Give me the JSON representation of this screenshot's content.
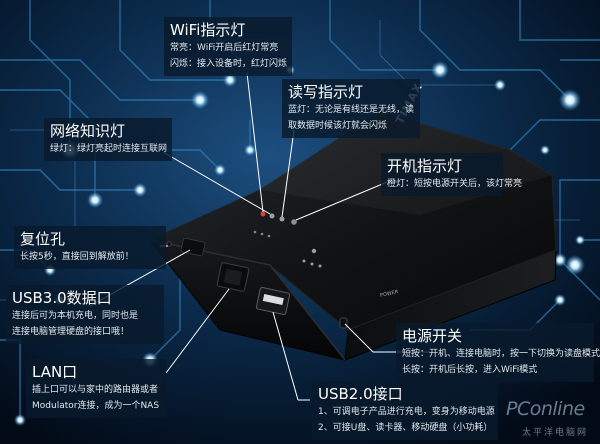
{
  "callouts": {
    "wifi": {
      "title": "WiFi指示灯",
      "lines": [
        "常亮：WiFi开启后红灯常亮",
        "闪烁：接入设备时，红灯闪烁"
      ]
    },
    "rw": {
      "title": "读写指示灯",
      "lines": [
        "蓝灯：无论是有线还是无线，读",
        "取数据时候该灯就会闪烁"
      ]
    },
    "net": {
      "title": "网络知识灯",
      "lines": [
        "绿灯：绿灯亮起时连接互联网"
      ]
    },
    "power": {
      "title": "开机指示灯",
      "lines": [
        "橙灯：短按电源开关后，该灯常亮"
      ]
    },
    "reset": {
      "title": "复位孔",
      "lines": [
        "长按5秒，直接回到解放前！"
      ]
    },
    "usb3": {
      "title": "USB3.0数据口",
      "lines": [
        "连接后可为本机充电，同时也是",
        "连接电脑管理硬盘的接口哦！"
      ]
    },
    "lan": {
      "title": "LAN口",
      "lines": [
        "插上口可以与家中的路由器或者",
        "Modulator连接，成为一个NAS"
      ]
    },
    "pwrsw": {
      "title": "电源开关",
      "lines": [
        "短按：开机、连接电脑时，按一下切换为读盘模式",
        "长按：开机后长按，进入WiFi模式"
      ]
    },
    "usb2": {
      "title": "USB2.0接口",
      "lines": [
        "1、可调电子产品进行充电，变身为移动电源",
        "2、可接U盘、读卡器、移动硬盘（小功耗）"
      ]
    }
  },
  "device": {
    "brand": "TIMAX",
    "power_label": "POWER"
  },
  "watermark": {
    "main": "PConline",
    "sub": "太平洋电脑网"
  },
  "colors": {
    "background": "#05162c",
    "circuit": "#2f7fb8",
    "glow": "#bfe6ff",
    "callout_bg": "#081a2c",
    "text": "#ffffff"
  },
  "icons": [
    "wifi-led-icon",
    "rw-led-icon",
    "network-led-icon",
    "power-led-icon",
    "reset-hole-icon",
    "usb3-port-icon",
    "lan-port-icon",
    "usb2-port-icon",
    "power-switch-icon"
  ]
}
